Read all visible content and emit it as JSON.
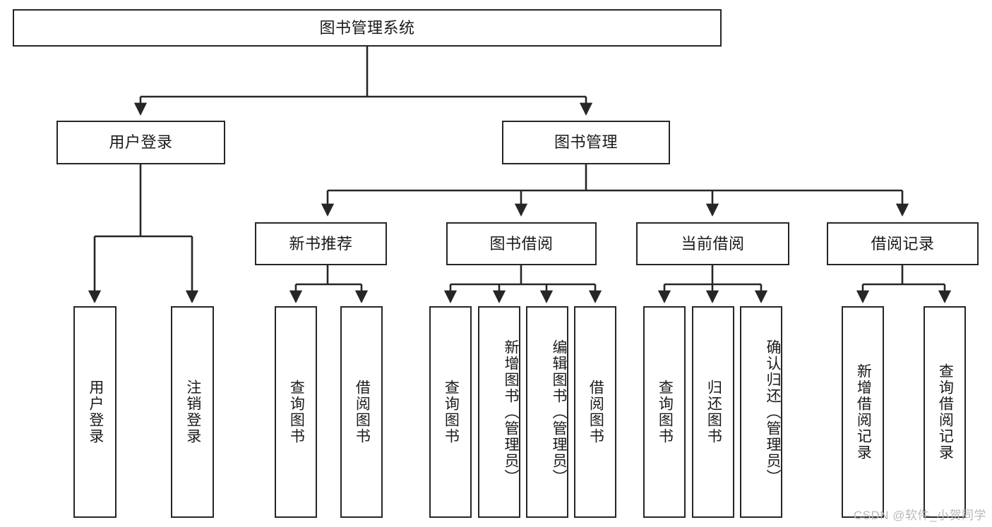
{
  "diagram": {
    "title": "图书管理系统",
    "type": "tree-hierarchy",
    "stroke_color": "#262626",
    "fill_color": "#ffffff",
    "text_color": "#1a1a1a"
  },
  "root": {
    "label": "图书管理系统"
  },
  "level2": [
    {
      "label": "用户登录"
    },
    {
      "label": "图书管理"
    }
  ],
  "level3": [
    {
      "label": "新书推荐"
    },
    {
      "label": "图书借阅"
    },
    {
      "label": "当前借阅"
    },
    {
      "label": "借阅记录"
    }
  ],
  "leaves": {
    "user_login": [
      {
        "label": "用户登录"
      },
      {
        "label": "注销登录"
      }
    ],
    "new_book_recommend": [
      {
        "label": "查询图书"
      },
      {
        "label": "借阅图书"
      }
    ],
    "book_borrow": [
      {
        "label": "查询图书"
      },
      {
        "label": "新增图书（管理员）"
      },
      {
        "label": "编辑图书（管理员）"
      },
      {
        "label": "借阅图书"
      }
    ],
    "current_borrow": [
      {
        "label": "查询图书"
      },
      {
        "label": "归还图书"
      },
      {
        "label": "确认归还（管理员）"
      }
    ],
    "borrow_record": [
      {
        "label": "新增借阅记录"
      },
      {
        "label": "查询借阅记录"
      }
    ]
  },
  "watermark": {
    "text": "CSDN @软件_小贺同学"
  }
}
